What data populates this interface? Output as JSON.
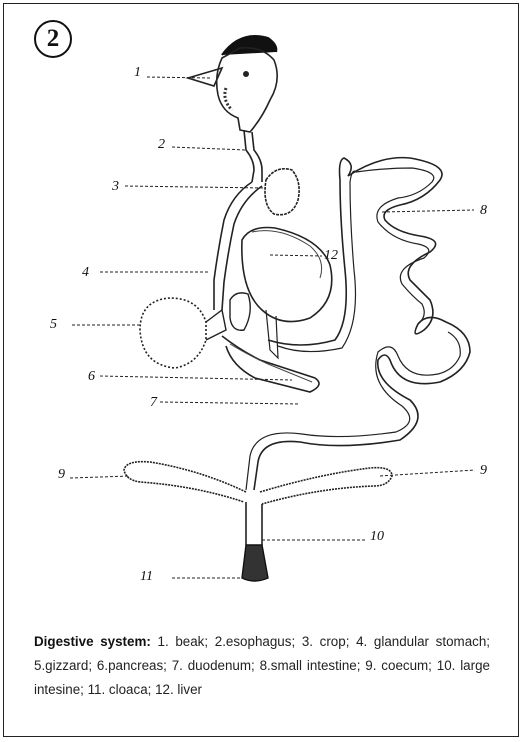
{
  "badge": "2",
  "labels": [
    "1",
    "2",
    "3",
    "4",
    "5",
    "6",
    "7",
    "8",
    "9",
    "9",
    "10",
    "11",
    "12"
  ],
  "caption": {
    "title": "Digestive system:",
    "body": "1. beak; 2.esophagus; 3. crop; 4. glandular stomach; 5.gizzard; 6.pancreas; 7. duodenum; 8.small intestine; 9. coecum; 10. large intesine; 11. cloaca; 12. liver"
  }
}
